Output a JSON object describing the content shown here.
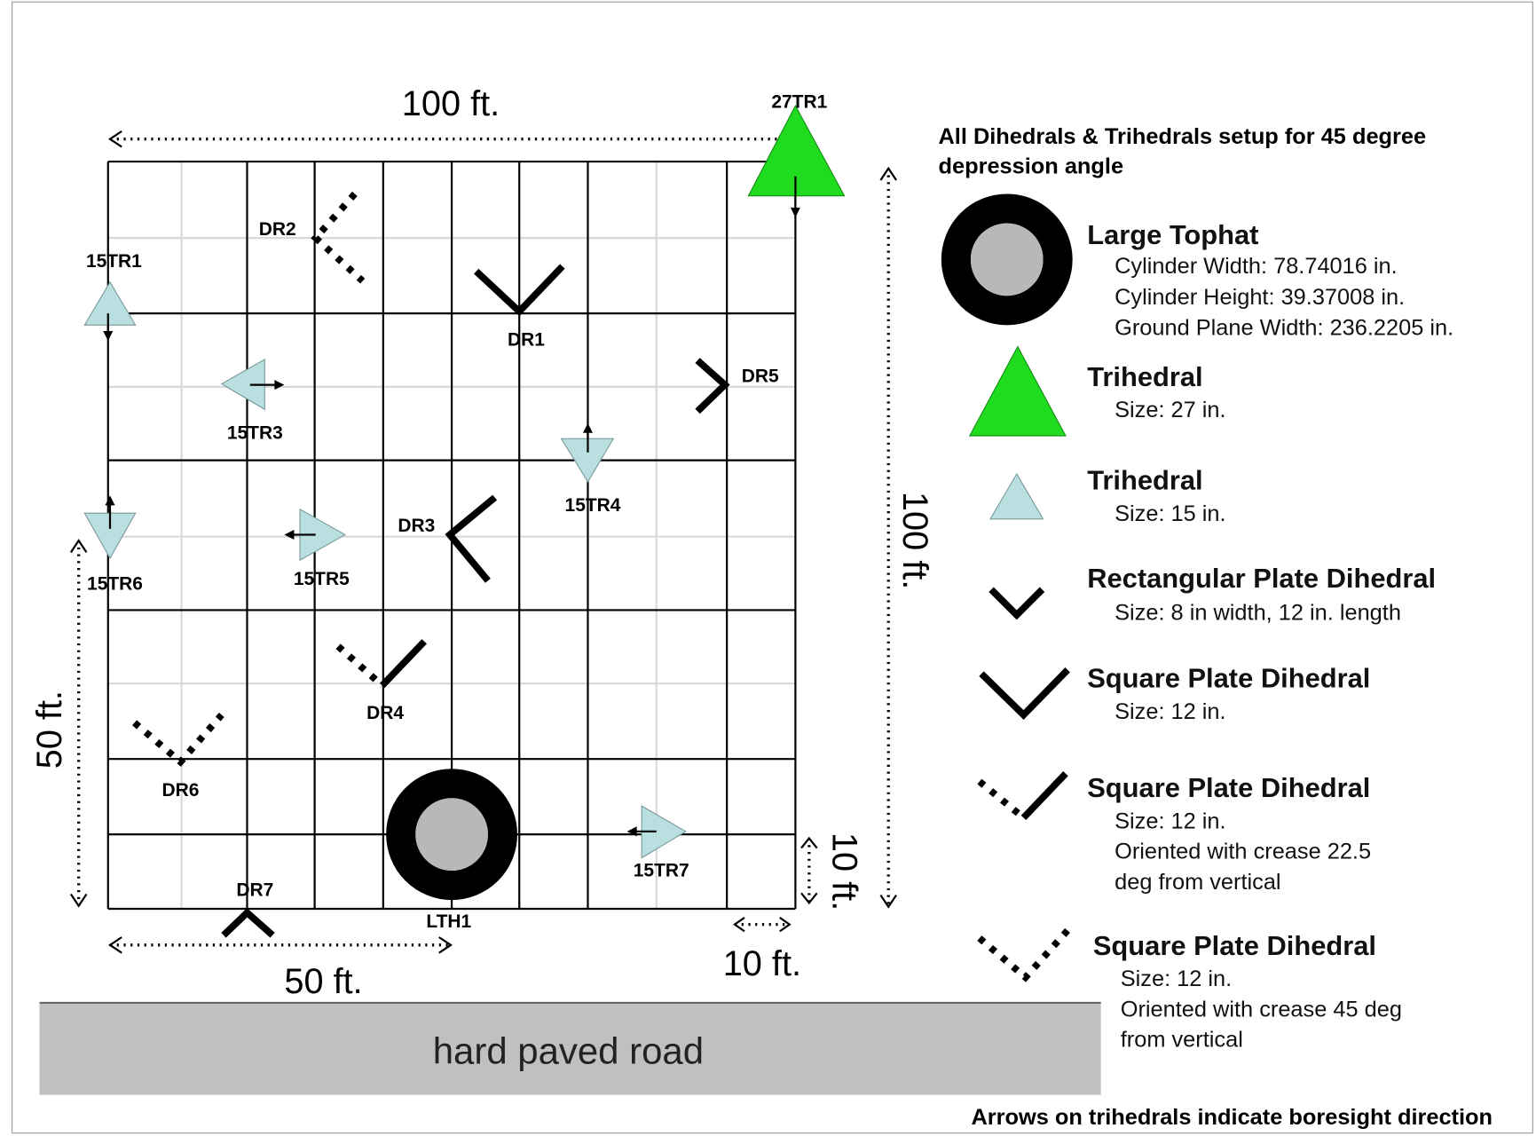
{
  "colors": {
    "large_trihedral": "#1fdc1f",
    "small_trihedral": "#b9dfe0",
    "tophat_inner": "#b8b8b8",
    "road": "#c0c0c0"
  },
  "dimensions": {
    "top": "100 ft.",
    "right": "100 ft.",
    "left": "50 ft.",
    "bottom": "50 ft.",
    "right_small": "10 ft.",
    "bottom_small": "10 ft."
  },
  "targets": {
    "tr27_1": "27TR1",
    "tr15_1": "15TR1",
    "tr15_3": "15TR3",
    "tr15_4": "15TR4",
    "tr15_5": "15TR5",
    "tr15_6": "15TR6",
    "tr15_7": "15TR7",
    "dr1": "DR1",
    "dr2": "DR2",
    "dr3": "DR3",
    "dr4": "DR4",
    "dr5": "DR5",
    "dr6": "DR6",
    "dr7": "DR7",
    "lth1": "LTH1"
  },
  "road": "hard paved road",
  "legend": {
    "title_line1": "All Dihedrals & Trihedrals setup for 45 degree",
    "title_line2": "depression angle",
    "items": [
      {
        "icon": "tophat-icon",
        "title": "Large Tophat",
        "lines": [
          "Cylinder Width: 78.74016 in.",
          "Cylinder Height: 39.37008 in.",
          "Ground Plane Width: 236.2205 in."
        ]
      },
      {
        "icon": "large-trihedral-icon",
        "title": "Trihedral",
        "lines": [
          "Size: 27 in."
        ]
      },
      {
        "icon": "small-trihedral-icon",
        "title": "Trihedral",
        "lines": [
          "Size: 15 in."
        ]
      },
      {
        "icon": "rectangular-dihedral-icon",
        "title": "Rectangular Plate Dihedral",
        "lines": [
          "Size: 8 in width, 12 in. length"
        ]
      },
      {
        "icon": "square-dihedral-icon",
        "title": "Square Plate Dihedral",
        "lines": [
          "Size: 12 in."
        ]
      },
      {
        "icon": "square-dihedral-22-icon",
        "title": "Square Plate Dihedral",
        "lines": [
          "Size: 12 in.",
          "Oriented with crease 22.5",
          "deg from vertical"
        ]
      },
      {
        "icon": "square-dihedral-45-icon",
        "title": "Square Plate Dihedral",
        "lines": [
          "Size: 12 in.",
          "Oriented with crease 45 deg",
          "from vertical"
        ]
      }
    ],
    "footer": "Arrows on trihedrals indicate boresight direction"
  }
}
